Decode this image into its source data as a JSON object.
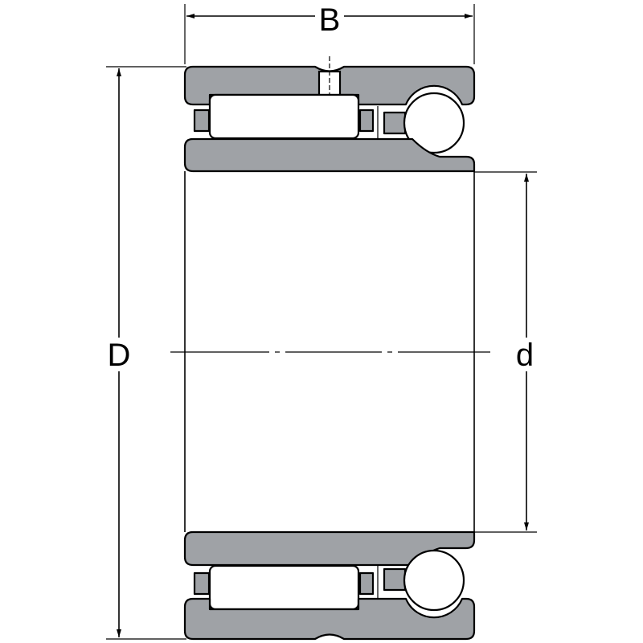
{
  "diagram": {
    "labels": {
      "width": "B",
      "outer_diameter": "D",
      "bore_diameter": "d"
    },
    "colors": {
      "ring_fill": "#9fa2a6",
      "outline": "#000000",
      "background": "#ffffff"
    }
  }
}
